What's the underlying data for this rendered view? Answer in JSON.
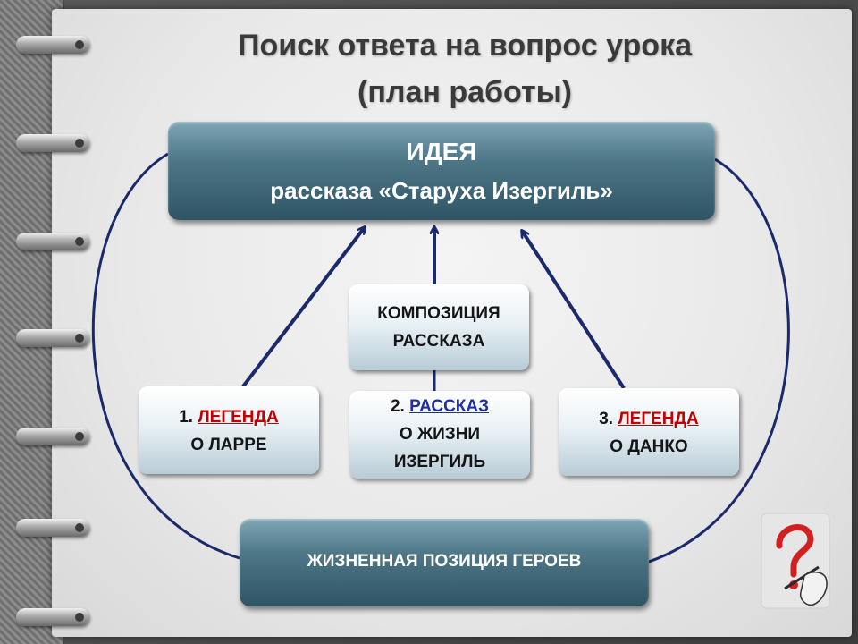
{
  "title": {
    "line1": "Поиск ответа на вопрос урока",
    "line2": "(план работы)"
  },
  "idea": {
    "line1": "ИДЕЯ",
    "line2": "рассказа «Старуха Изергиль»"
  },
  "composition": {
    "line1": "КОМПОЗИЦИЯ",
    "line2": "РАССКАЗА"
  },
  "parts": [
    {
      "num": "1. ",
      "keyword": "ЛЕГЕНДА",
      "rest1": "О ЛАРРЕ",
      "rest2": ""
    },
    {
      "num": "2. ",
      "keyword": "РАССКАЗ",
      "rest1": "О ЖИЗНИ",
      "rest2": "ИЗЕРГИЛЬ"
    },
    {
      "num": "3. ",
      "keyword": "ЛЕГЕНДА",
      "rest1": "О ДАНКО",
      "rest2": ""
    }
  ],
  "life_position": "ЖИЗНЕННАЯ ПОЗИЦИЯ ГЕРОЕВ",
  "colors": {
    "dark_box": "#2f5565",
    "arrow": "#1a2a6c",
    "keyword_red": "#c00000",
    "keyword_blue": "#1e2ea8"
  },
  "icons": [
    "binder-ring-icon",
    "question-mark-hand-icon"
  ]
}
